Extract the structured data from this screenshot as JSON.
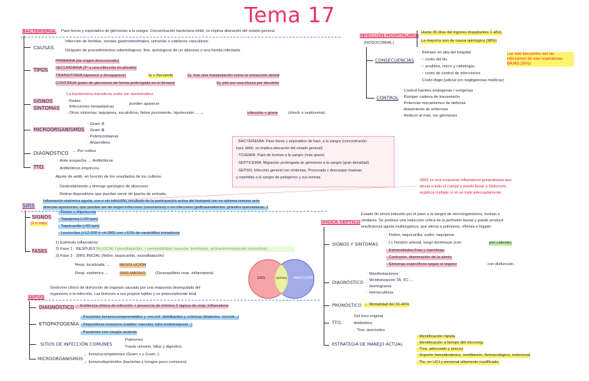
{
  "title": "Tema 17",
  "bact": {
    "header": "BACTERIEMIA.",
    "def": "Paso breve y esporádico de gérmenes a la sangre. Concentración bacteriana débil, no implica alteración del estado general.",
    "causas_label": "CAUSAS",
    "causas_1": "Infección de heridas, sondas gastrointestinales, urinarias o catéteres vasculares.",
    "causas_2": "Después de procedimientos odontológicos, ttos. quirúrgicos de un absceso o una herida infectada",
    "tipos_label": "TIPOS",
    "tipo_1": "PRIMARIA (de origen desconocido)",
    "tipo_2": "SECUNDARIA (2º a una infección localizada)",
    "tipo_3a": "TRANSITORIA (aparece y desaparece)",
    "tipo_3b": "la + frecuente",
    "tipo_3c": "Ej: tras una manipulación como la extracción dental",
    "tipo_4a": "CONTINUA (paso de gérmenes de forma prolongada en el tiempo)",
    "tipo_4b": "Ej: piel por una úlcera por decúbito",
    "signos_label_1": "SIGNOS",
    "signos_label_2": "SÍNTOMAS",
    "signos_1": "La bacteriemia transitoria suele ser asintomática",
    "signos_2": "· Fiebre",
    "signos_3": "· Infecciones metastásicas",
    "signos_3b": "pueden aparecer",
    "signos_4": "· Otros síntomas: taquipnea, escalofríos, fiebre persistente, hipotensión ... →",
    "signos_4b": "infección + grave",
    "signos_4c": "(shock o septicemia)",
    "micro_label": "MICROORGANISMOS",
    "micro_1": "· Gram ⊖",
    "micro_2": "· Gram ⊕",
    "micro_3": "· Polimicrobianas",
    "micro_4": "· Anaerobios",
    "diag_label": "DIAGNÓSTICO",
    "diag_1": "→ Por cultivo",
    "tto_label": "TTO.",
    "tto_1": "Ante sospecha → Antibióticos",
    "tto_2": "Antibióticos empíricos.",
    "tto_3": "Ajuste de antib. en función de los resultados de los cultivos.",
    "tto_4": "Desbridamiento y drenaje quirúrgico de abscesos",
    "tto_5": "Retirar dispositivos que puedan servir de puerta de entrada."
  },
  "hosp": {
    "header_1": "INFECCIÓN HOSPITALARIA",
    "header_2": "(NOSOCOMIAL)",
    "def_1": "Hasta 30 días del ingreso (trasplantes 1 año).",
    "def_2": "La mayoría son de causa quirúrgica (90%)",
    "cons_label": "CONSECUENCIAS",
    "cons_1": "· Retraso en alta del hospital",
    "cons_2": "· ↑ costo del tto.",
    "cons_3": "· ↑ analítica, micro y radiología.",
    "cons_4": "· ↑ costo de control de infecciones",
    "cons_5": "· Costo litigio judicial (en negligencias médicas)",
    "note": "Las más frecuentes son las infecciones de vías respiratorias BAJAS (26%)",
    "ctrl_label": "CONTROL",
    "ctrl_1": "· Control fuentes endógenas / exógenas",
    "ctrl_2": "· Romper cadena de transmisión",
    "ctrl_3": "· Potenciar mecanismos de defensa",
    "ctrl_4": "· Aislamiento de enfermos",
    "ctrl_5": "· Reducir al máx. los gérmenes"
  },
  "box": {
    "l1": "· BACTERIEMIA: Paso breve y esporádico de bact. a la sangre (concentración",
    "l2": "bact. débil, no implica alteración del estado general)",
    "l3": "· TOXEMIA: Paso de toxinas a la sangre (más grave)",
    "l4": "· SEPTICEMIA: Migración prolongada de gérmenes a la sangre (gran densidad)",
    "l5": "· SEPSIS: Infección general con síntomas. Provocada x descargas masivas",
    "l6": "y repetidas a la sangre de patógenos y sus toxinas."
  },
  "sirs_note": {
    "l1": "SIRS es una respuesta inflamatoria generalizada que",
    "l2": "afecta a todo el cuerpo y puede llevar a disfunción",
    "l3": "orgánica múltiple si no se trata adecuadamente"
  },
  "sirs": {
    "header": "SIRS",
    "def_1": "Inflamación sistémica aguda, con o sin infección, resultado de la participación activa del huésped con su sistema inmune ante",
    "def_2": "diversas agresiones, que pueden ser de origen infeccioso (coronavirus) o no infeccioso (politraumatismos, grandes quemaduras...)",
    "signos_label": "SIGNOS",
    "signos_sub": "(2 o más)",
    "signos_1": "· Fiebre o Hipotermia",
    "signos_2": "· Taquipnea (>20 rpm)",
    "signos_3": "· Taquicardia (>90 lpm)",
    "signos_4": "· Leucocitos (>12.000 ó <4.000) con >10% de neutrófilos inmaduros",
    "fases_label": "FASES",
    "fase_1": "1) Estímulo inflamatorio",
    "fase_2": "2) Fase 1 : RESPUESTA LOCAL (vasodilatación, ↑ permeabilidad vascular, trombosis, activación/migración leucocitos)",
    "fase_3": "3) Fase 2 : SIRS INICIAL (fiebre, taquicardia, vasodilatación)",
    "resp_1a": "Resp. localizada →",
    "resp_1b": "RESOLUCIÓN",
    "resp_2a": "Resp. sistémica →",
    "resp_2b": "SIRS MASIVO",
    "resp_2c": "(Desequilibrio resp. inflamatoria)",
    "venn_left": "SIRS",
    "venn_mid": "SEPSIS",
    "venn_right": "INFECCIÓN"
  },
  "shock": {
    "header": "SHOCK SÉPTICO",
    "def_1": "Estado de shock inducido por el paso a la sangre de microorganismos, toxinas o",
    "def_2": "similares. Se produce una reducción crítica de la perfusión tisular y puede producir",
    "def_3": "insuficiencia aguda multiorgánica, que afecta a pulmones, riñones e hígado",
    "sig_label": "SIGNOS Y SÍNTOMAS",
    "sig_1": "· Fiebre, taquicardia, sudor, taquipnea",
    "sig_2a": "· (-) Tensión arterial, luego disminuye (con",
    "sig_2b": "piel caliente)",
    "sig_3": "· Extremidades frías y cianóticas",
    "sig_4": "· Confusión, disminución de la alerta.",
    "sig_5a": "· Síntomas específicos según el órgano",
    "sig_5b": "con disfunción.",
    "diag_label": "DIAGNÓSTICO",
    "diag_1": "· Manifestaciones",
    "diag_2": "· Monitorización TA, FC ...",
    "diag_3": "· Hemograma",
    "diag_4": "· Hemocultivos",
    "pron_label": "PRONÓSTICO",
    "pron_1": "→ Mortalidad del 30-40%",
    "tto_label": "TTO.",
    "tto_1": "· Del foco original",
    "tto_2": "· Antibiótico",
    "tto_3": "· Ttos. asociados",
    "est_label": "ESTRATEGIA DE MANEJO ACTUAL",
    "est_1": "· Identificación rápida",
    "est_2": "· Identificación a tiempo del microorg.",
    "est_3": "· Ttos. adecuado y precoz",
    "est_4": "· Soporte hemodinámico, ventilatorio, farmacológico, nutricional",
    "est_5": "· Tto. en UCI y personal altamente cualificado."
  },
  "sepsis": {
    "def_1": "Síndrome clínico de disfunción de órganos causado por una respuesta desregulada del",
    "def_2": "organismo a la infección. Las lesiones a sus propios tejidos y es potencialmente letal.",
    "header": "SEPSIS",
    "diag_label": "DIAGNÓSTICO",
    "diag_1": "→ Evidencia clínica de infección + presencia de mínimo 2 signos de resp. inflamatoria",
    "etio_label": "ETIOPATOGENIA",
    "etio_1": "· Pacientes inmunocomprometidos y con enf. debilitantes y crónicas (diabetes, cirrosis...)",
    "etio_2": "· Dispositivos invasivos (catéter vascular, tubo endotraqueal...)",
    "etio_3": "· Pacientes con cirugía reciente",
    "sitios_label": "SITIOS DE INFECCIÓN COMUNES",
    "sitios_1": "Pulmones",
    "sitios_2": "Tracto urinario, biliar y digestivo.",
    "micro_label": "MICROORGANISMOS",
    "micro_1": "→ Inmunocompetentes (Gram + y Gram -)",
    "micro_2": "→ Inmunodeprimidos (bacterias y hongos poco comunes)"
  }
}
